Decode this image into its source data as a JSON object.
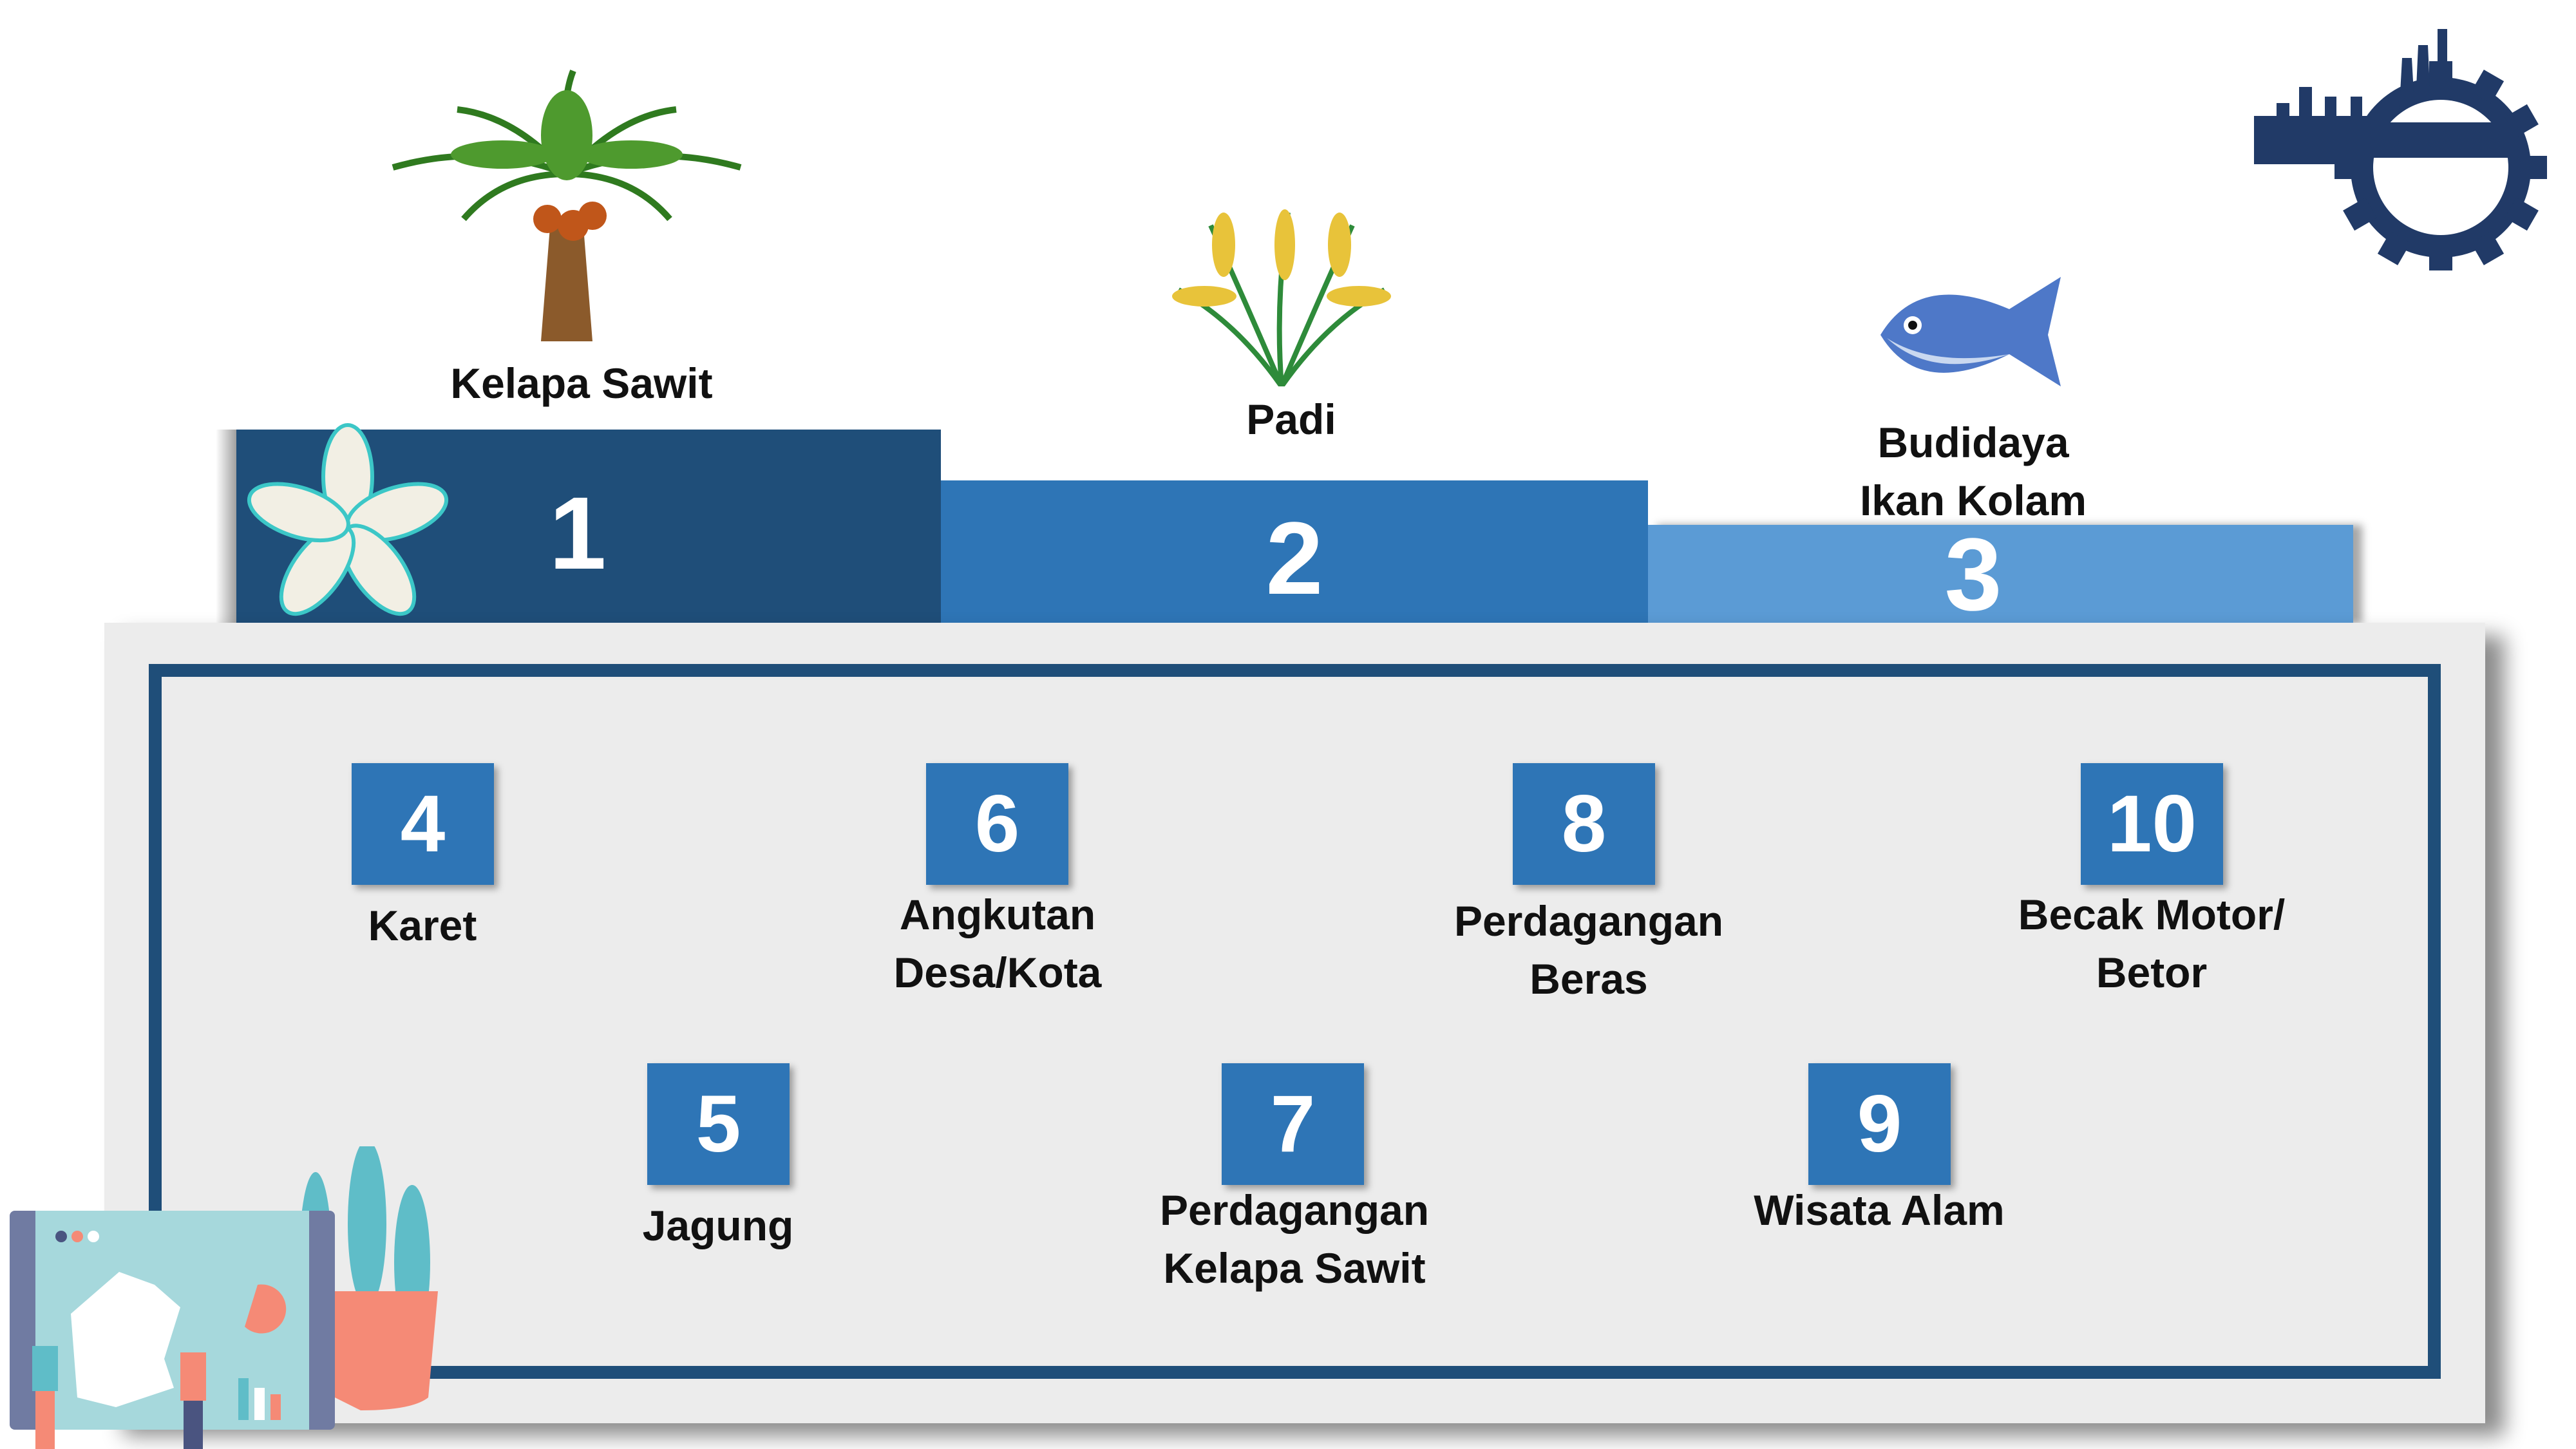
{
  "podium": [
    {
      "rank": "1",
      "label": "Kelapa Sawit",
      "icon": "palm-tree-icon",
      "color": "#1F4E79"
    },
    {
      "rank": "2",
      "label": "Padi",
      "icon": "rice-icon",
      "color": "#2E75B6"
    },
    {
      "rank": "3",
      "label_line1": "Budidaya",
      "label_line2": "Ikan Kolam",
      "icon": "fish-icon",
      "color": "#5B9BD5"
    }
  ],
  "rankings": [
    {
      "rank": "4",
      "line1": "Karet"
    },
    {
      "rank": "5",
      "line1": "Jagung"
    },
    {
      "rank": "6",
      "line1": "Angkutan",
      "line2": "Desa/Kota"
    },
    {
      "rank": "7",
      "line1": "Perdagangan",
      "line2": "Kelapa Sawit"
    },
    {
      "rank": "8",
      "line1": "Perdagangan",
      "line2": "Beras"
    },
    {
      "rank": "9",
      "line1": "Wisata Alam"
    },
    {
      "rank": "10",
      "line1": "Becak Motor/",
      "line2": "Betor"
    }
  ],
  "colors": {
    "dark_blue": "#1F4E79",
    "mid_blue": "#2E75B6",
    "light_blue": "#5B9BD5",
    "panel": "#ECECEC"
  }
}
